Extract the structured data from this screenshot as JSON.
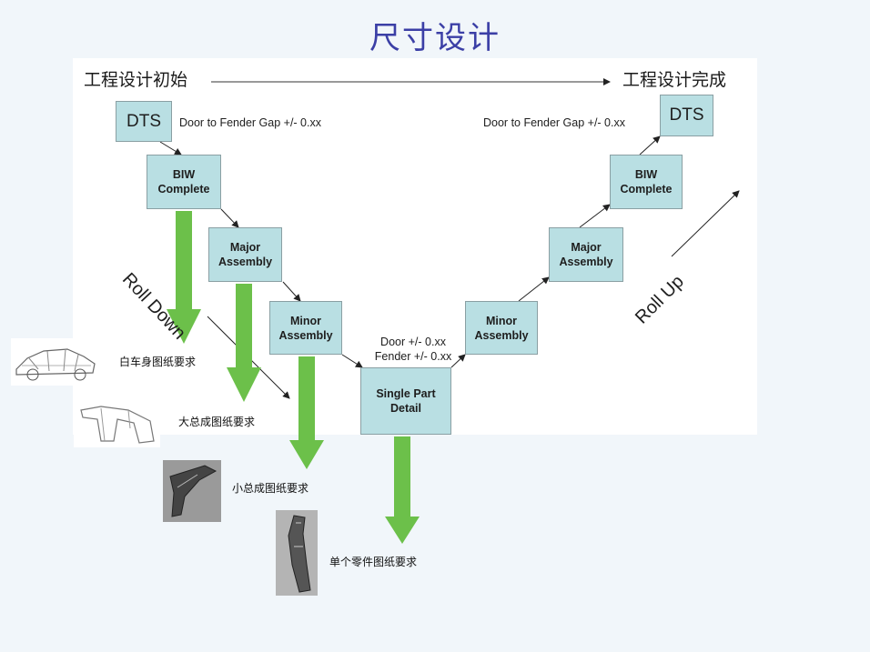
{
  "title": "尺寸设计",
  "phase_start": "工程设计初始",
  "phase_end": "工程设计完成",
  "boxes": {
    "dts_left": "DTS",
    "biw_left": "BIW\nComplete",
    "major_left": "Major\nAssembly",
    "minor_left": "Minor\nAssembly",
    "single": "Single Part\nDetail",
    "minor_right": "Minor\nAssembly",
    "major_right": "Major\nAssembly",
    "biw_right": "BIW\nComplete",
    "dts_right": "DTS"
  },
  "notes": {
    "gap_left": "Door to Fender Gap  +/- 0.xx",
    "gap_right": "Door to Fender Gap  +/- 0.xx",
    "door_fender": "Door +/- 0.xx\nFender +/- 0.xx"
  },
  "roll_down": "Roll Down",
  "roll_up": "Roll Up",
  "requirements": {
    "body": "白车身图纸要求",
    "major": "大总成图纸要求",
    "minor": "小总成图纸要求",
    "part": "单个零件图纸要求"
  },
  "colors": {
    "title": "#3b3fa6",
    "box_fill": "#b9dfe3",
    "down_arrow": "#6cc04a",
    "background": "#f1f6fa"
  }
}
